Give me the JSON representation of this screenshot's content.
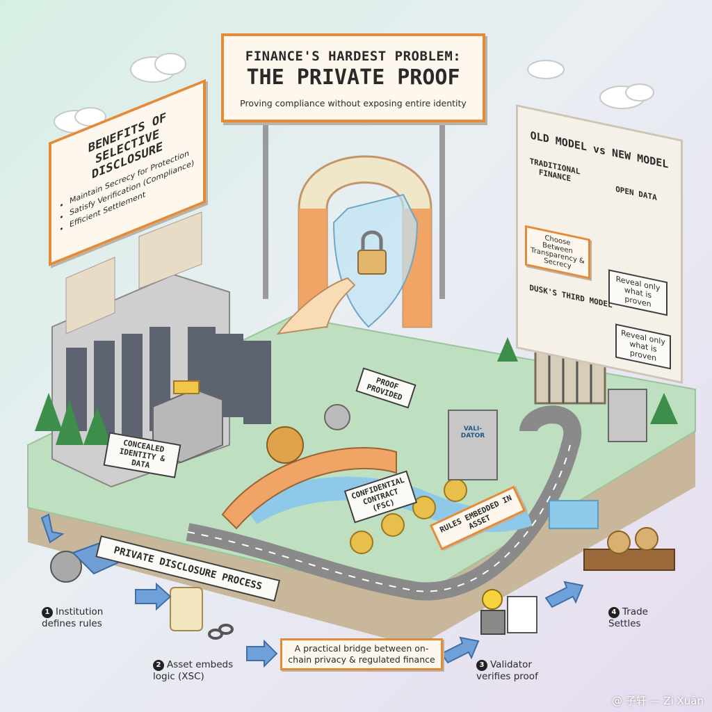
{
  "title": {
    "line1": "FINANCE'S HARDEST PROBLEM:",
    "line2": "THE PRIVATE PROOF",
    "subtitle": "Proving compliance without exposing entire identity"
  },
  "benefits": {
    "heading": "BENEFITS OF SELECTIVE DISCLOSURE",
    "items": [
      "Maintain Secrecy for Protection",
      "Satisfy Verification (Compliance)",
      "Efficient Settlement"
    ]
  },
  "comparison": {
    "heading": "OLD MODEL vs NEW MODEL",
    "traditional": "TRADITIONAL FINANCE",
    "open": "OPEN DATA",
    "choose": "Choose Between Transparency & Secrecy",
    "reveal": "Reveal only what is proven",
    "third": "DUSK'S THIRD MODEL",
    "third_reveal": "Reveal only what is proven"
  },
  "scene_labels": {
    "concealed": "CONCEALED IDENTITY & DATA",
    "proof": "PROOF PROVIDED",
    "validator": "VALI-DATOR",
    "contract": "CONFIDENTIAL CONTRACT (FSC)",
    "rules": "RULES EMBEDDED IN ASSET"
  },
  "process": {
    "heading": "PRIVATE DISCLOSURE PROCESS",
    "steps": [
      {
        "num": "1",
        "text": "Institution defines rules"
      },
      {
        "num": "2",
        "text": "Asset embeds logic (XSC)"
      },
      {
        "num": "3",
        "text": "Validator verifies proof"
      },
      {
        "num": "4",
        "text": "Trade Settles"
      }
    ],
    "bridge_caption": "A practical bridge between on-chain privacy & regulated finance"
  },
  "watermark": "@ 子轩 — Zi Xuān",
  "colors": {
    "accent": "#e48b3a",
    "board": "#fdf7ee",
    "grass": "#bfe0c0",
    "water": "#8ec9ea"
  }
}
